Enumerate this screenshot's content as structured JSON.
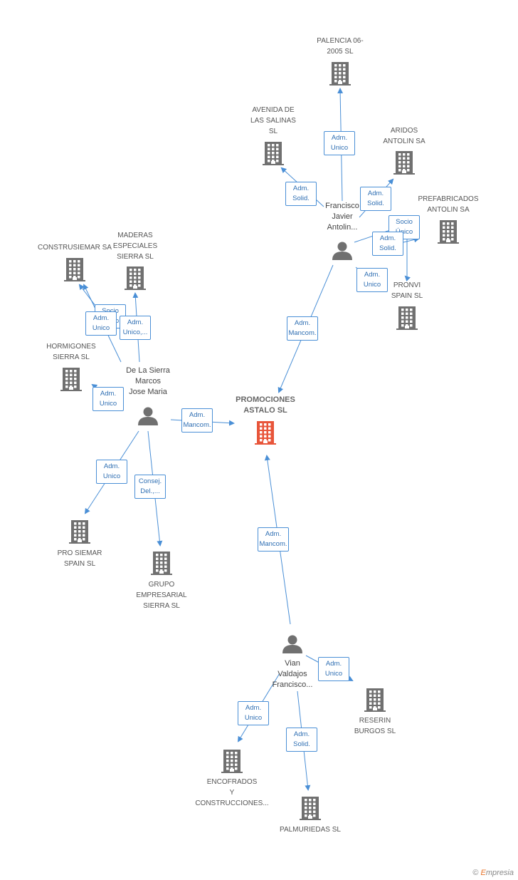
{
  "main_company": {
    "name_line1": "PROMOCIONES",
    "name_line2": "ASTALO SL",
    "color": "#e8553a"
  },
  "companies": [
    {
      "id": "palencia",
      "lines": [
        "PALENCIA 06-",
        "2005 SL"
      ]
    },
    {
      "id": "avenida",
      "lines": [
        "AVENIDA DE",
        "LAS SALINAS",
        "SL"
      ]
    },
    {
      "id": "aridos",
      "lines": [
        "ARIDOS",
        "ANTOLIN SA"
      ]
    },
    {
      "id": "prefabricados",
      "lines": [
        "PREFABRICADOS",
        "ANTOLIN SA"
      ]
    },
    {
      "id": "pronvi",
      "lines": [
        "PRONVI",
        "SPAIN SL"
      ]
    },
    {
      "id": "construsiemar",
      "lines": [
        "CONSTRUSIEMAR SA"
      ]
    },
    {
      "id": "maderas",
      "lines": [
        "MADERAS",
        "ESPECIALES",
        "SIERRA SL"
      ]
    },
    {
      "id": "hormigones",
      "lines": [
        "HORMIGONES",
        "SIERRA SL"
      ]
    },
    {
      "id": "prosiemar",
      "lines": [
        "PRO SIEMAR",
        "SPAIN SL"
      ]
    },
    {
      "id": "grupo",
      "lines": [
        "GRUPO",
        "EMPRESARIAL",
        "SIERRA SL"
      ]
    },
    {
      "id": "reserin",
      "lines": [
        "RESERIN",
        "BURGOS SL"
      ]
    },
    {
      "id": "encofrados",
      "lines": [
        "ENCOFRADOS",
        "Y",
        "CONSTRUCCIONES..."
      ]
    },
    {
      "id": "palmuriedas",
      "lines": [
        "PALMURIEDAS SL"
      ]
    }
  ],
  "persons": [
    {
      "id": "francisco",
      "lines": [
        "Francisco",
        "Javier",
        "Antolin..."
      ]
    },
    {
      "id": "sierra",
      "lines": [
        "De La Sierra",
        "Marcos",
        "Jose Maria"
      ]
    },
    {
      "id": "vian",
      "lines": [
        "Vian",
        "Valdajos",
        "Francisco..."
      ]
    }
  ],
  "edges": [
    {
      "id": "e1",
      "lines": [
        "Adm.",
        "Unico"
      ]
    },
    {
      "id": "e2",
      "lines": [
        "Adm.",
        "Solid."
      ]
    },
    {
      "id": "e3",
      "lines": [
        "Adm.",
        "Solid."
      ]
    },
    {
      "id": "e4",
      "lines": [
        "Socio",
        "Único"
      ]
    },
    {
      "id": "e5",
      "lines": [
        "Adm.",
        "Solid."
      ]
    },
    {
      "id": "e6",
      "lines": [
        "Adm.",
        "Unico"
      ]
    },
    {
      "id": "e7",
      "lines": [
        "Adm.",
        "Mancom."
      ]
    },
    {
      "id": "e8",
      "lines": [
        "Socio",
        "Único"
      ]
    },
    {
      "id": "e9",
      "lines": [
        "Adm.",
        "Unico"
      ]
    },
    {
      "id": "e10",
      "lines": [
        "Adm.",
        "Unico,..."
      ]
    },
    {
      "id": "e11",
      "lines": [
        "Adm.",
        "Unico"
      ]
    },
    {
      "id": "e12",
      "lines": [
        "Adm.",
        "Mancom."
      ]
    },
    {
      "id": "e13",
      "lines": [
        "Adm.",
        "Unico"
      ]
    },
    {
      "id": "e14",
      "lines": [
        "Consej.",
        "Del.,..."
      ]
    },
    {
      "id": "e15",
      "lines": [
        "Adm.",
        "Mancom."
      ]
    },
    {
      "id": "e16",
      "lines": [
        "Adm.",
        "Unico"
      ]
    },
    {
      "id": "e17",
      "lines": [
        "Adm.",
        "Unico"
      ]
    },
    {
      "id": "e18",
      "lines": [
        "Adm.",
        "Solid."
      ]
    }
  ],
  "footer": {
    "copyright": "©",
    "brand_initial": "E",
    "brand_rest": "mpresia"
  },
  "colors": {
    "edge": "#4a8fd6",
    "icon": "#707070",
    "main_icon": "#e8553a"
  }
}
